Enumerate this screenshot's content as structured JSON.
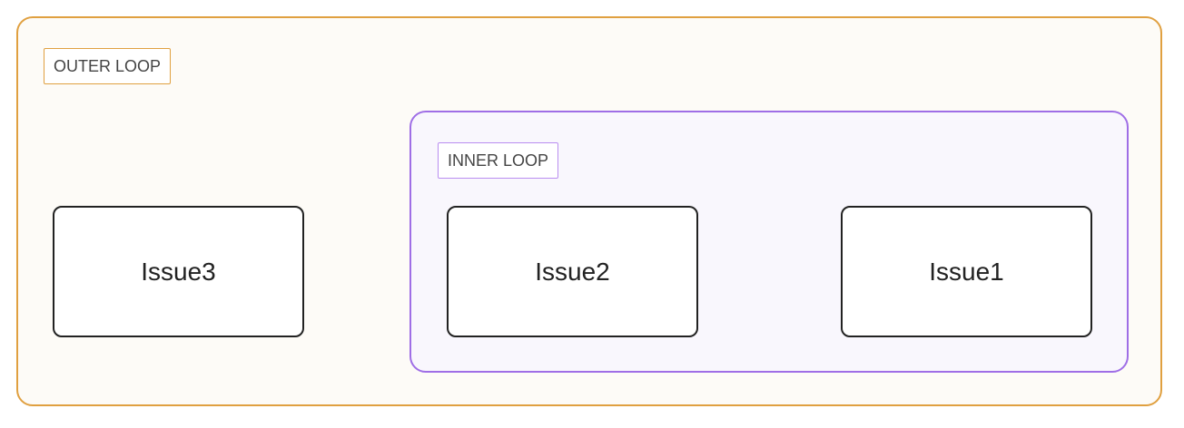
{
  "diagram": {
    "outer_loop": {
      "label": "OUTER LOOP",
      "border_color": "#e0a040"
    },
    "inner_loop": {
      "label": "INNER LOOP",
      "border_color": "#9f6ee6"
    },
    "issues": [
      {
        "label": "Issue3"
      },
      {
        "label": "Issue2"
      },
      {
        "label": "Issue1"
      }
    ]
  }
}
